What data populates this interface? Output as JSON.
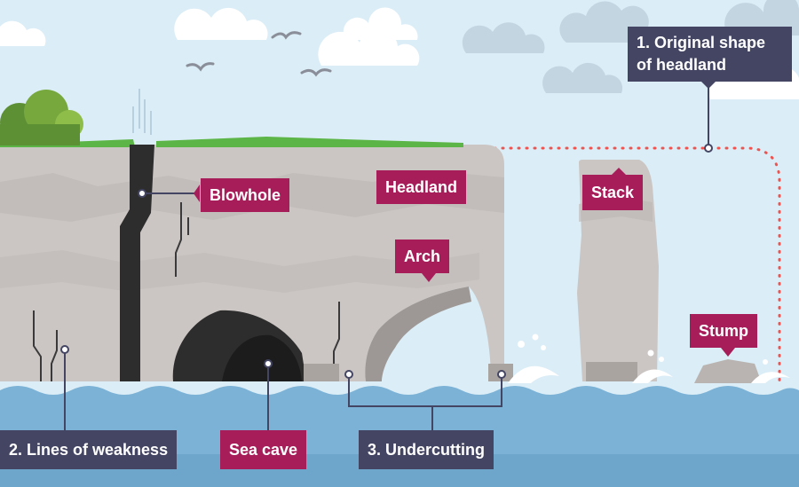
{
  "labels": {
    "blowhole": "Blowhole",
    "headland": "Headland",
    "arch": "Arch",
    "stack": "Stack",
    "stump": "Stump",
    "original_shape_line1": "1. Original shape",
    "original_shape_line2": "of headland",
    "lines_of_weakness": "2. Lines of weakness",
    "sea_cave": "Sea cave",
    "undercutting": "3. Undercutting"
  },
  "colors": {
    "sky": "#dbedf6",
    "sea": "#7bb2d6",
    "cliff": "#cbc6c3",
    "grass": "#5cb547",
    "label_red": "#a71d5a",
    "label_navy": "#434563",
    "dotted_outline": "#ef5350"
  }
}
